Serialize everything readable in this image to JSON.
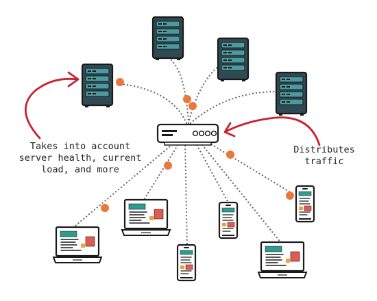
{
  "annotations": {
    "left": [
      "Takes into account",
      "server health, current",
      "load, and more"
    ],
    "right": [
      "Distributes",
      "traffic"
    ]
  },
  "colors": {
    "server_body": "#2f4a52",
    "server_slot": "#4a9aa0",
    "device_screen_block": "#2a9d8f",
    "device_accent_block": "#e05a4e",
    "connector_dot": "#e8793d",
    "arrow": "#c8202f"
  }
}
